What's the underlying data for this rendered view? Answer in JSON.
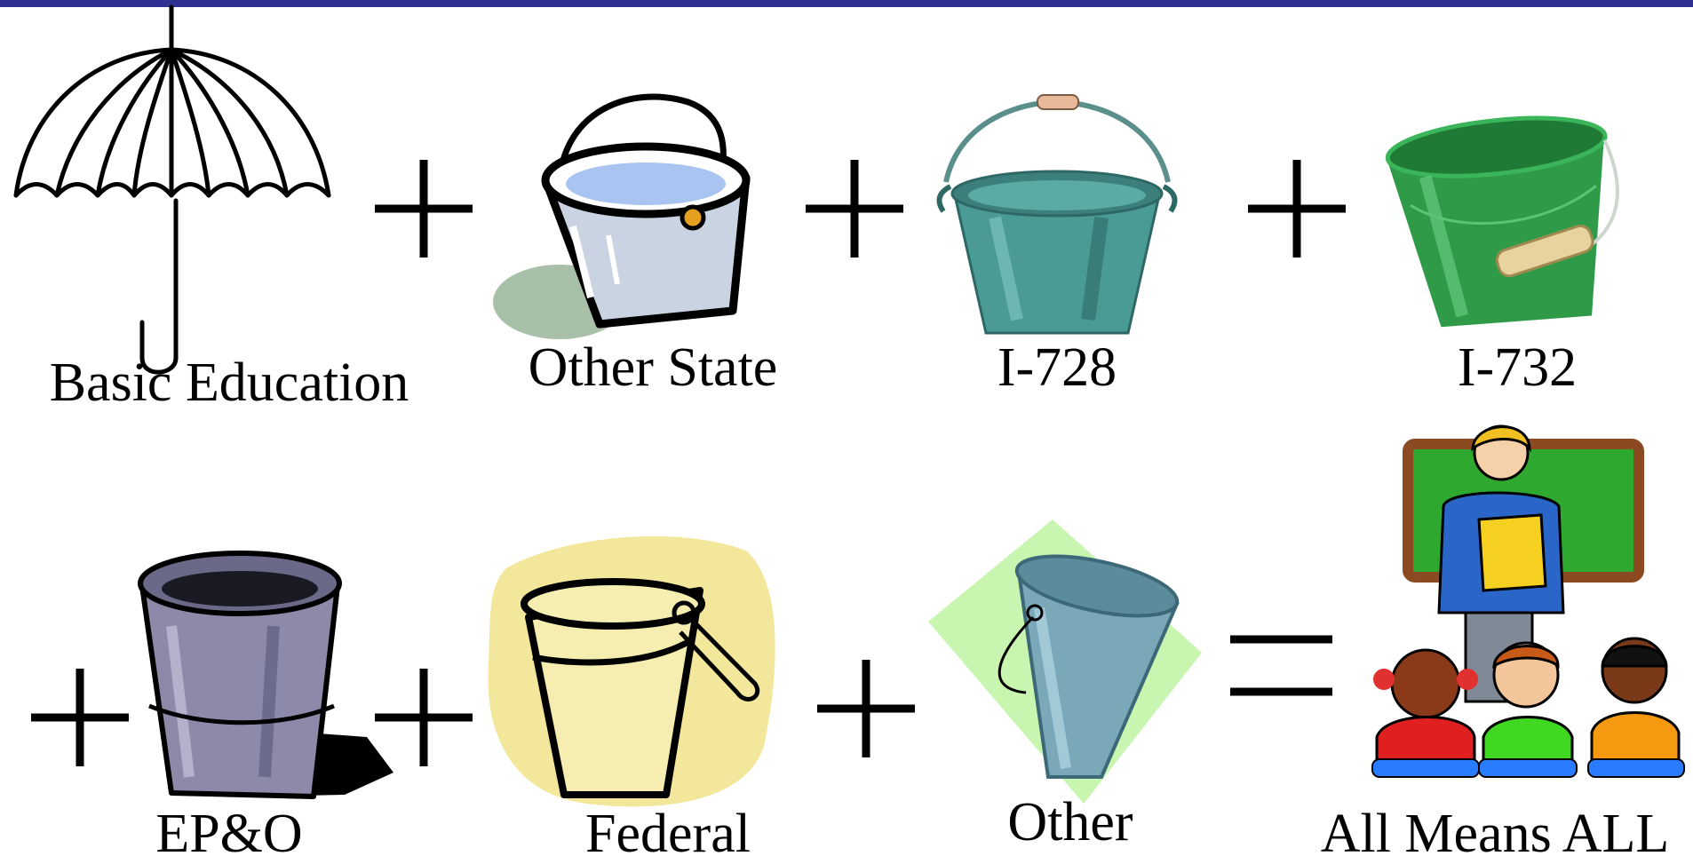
{
  "items": [
    {
      "label": "Basic Education",
      "icon": "umbrella-icon"
    },
    {
      "label": "Other State",
      "icon": "pail-icon"
    },
    {
      "label": "I-728",
      "icon": "teal-bucket-icon"
    },
    {
      "label": "I-732",
      "icon": "green-bucket-icon"
    },
    {
      "label": "EP&O",
      "icon": "gray-bucket-icon"
    },
    {
      "label": "Federal",
      "icon": "yellow-bucket-icon"
    },
    {
      "label": "Other",
      "icon": "blue-bucket-icon"
    },
    {
      "label": "All Means ALL",
      "icon": "classroom-icon"
    }
  ],
  "colors": {
    "top_bar": "#2e3192",
    "teal_bucket": "#4a9a95",
    "green_bucket": "#2f9b48",
    "gray_bucket": "#8c8aa8",
    "yellow_blob": "#f2e79a",
    "blue_bucket": "#7aa8b8",
    "green_diamond": "#c8f5b0",
    "chalkboard": "#2fa82f"
  }
}
